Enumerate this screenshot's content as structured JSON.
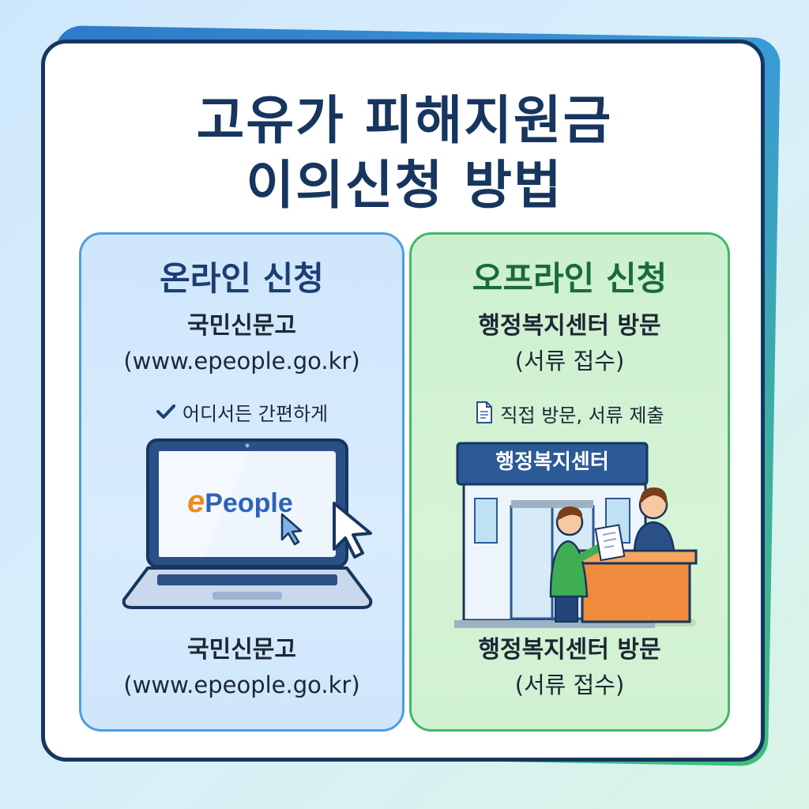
{
  "title": {
    "line1": "고유가 피해지원금",
    "line2": "이의신청 방법"
  },
  "online": {
    "title": "온라인 신청",
    "service": "국민신문고",
    "url": "(www.epeople.go.kr)",
    "note": "어디서든 간편하게",
    "brand_e": "e",
    "brand_rest": "People",
    "bottom_service": "국민신문고",
    "bottom_url": "(www.epeople.go.kr)"
  },
  "offline": {
    "title": "오프라인 신청",
    "service": "행정복지센터 방문",
    "detail": "(서류 접수)",
    "note": "직접 방문, 서류 제출",
    "sign": "행정복지센터",
    "bottom_service": "행정복지센터 방문",
    "bottom_detail": "(서류 접수)"
  },
  "colors": {
    "navy": "#17365f",
    "online_accent": "#4c9ee2",
    "offline_accent": "#43b868",
    "brand_orange": "#f08a1f"
  },
  "icons": [
    "check-icon",
    "document-icon",
    "laptop-illustration",
    "cursor-icon",
    "service-center-illustration"
  ]
}
